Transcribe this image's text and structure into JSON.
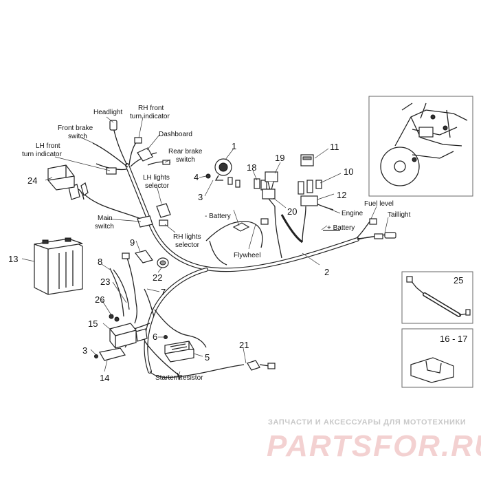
{
  "labels": {
    "headlight": "Headlight",
    "rh_front_turn_1": "RH front",
    "rh_front_turn_2": "turn indicator",
    "dashboard": "Dashboard",
    "front_brake_switch_1": "Front brake",
    "front_brake_switch_2": "switch",
    "lh_front_turn_1": "LH front",
    "lh_front_turn_2": "turn indicator",
    "rear_brake_switch_1": "Rear brake",
    "rear_brake_switch_2": "switch",
    "lh_lights_selector_1": "LH lights",
    "lh_lights_selector_2": "selector",
    "minus_battery": "- Battery",
    "main_switch_1": "Main",
    "main_switch_2": "switch",
    "rh_lights_selector_1": "RH lights",
    "rh_lights_selector_2": "selector",
    "flywheel": "Flywheel",
    "engine": "Engine",
    "plus_battery": "+ Battery",
    "fuel_level_1": "Fuel level",
    "taillight": "Taillight",
    "starter_resistor": "Starter/Resistor"
  },
  "part_numbers": [
    "1",
    "2",
    "3",
    "3",
    "4",
    "5",
    "6",
    "7",
    "8",
    "9",
    "10",
    "11",
    "12",
    "13",
    "14",
    "15",
    "18",
    "19",
    "20",
    "21",
    "22",
    "23",
    "24",
    "25",
    "26",
    "16 - 17"
  ],
  "watermark": {
    "line1": "ЗАПЧАСТИ И АКСЕССУАРЫ ДЛЯ МОТОТЕХНИКИ",
    "line2": "PARTSFOR.RU"
  },
  "colors": {
    "ink": "#222222",
    "watermark_grey": "#c8c8c8",
    "watermark_pink": "#f3d1d1"
  }
}
